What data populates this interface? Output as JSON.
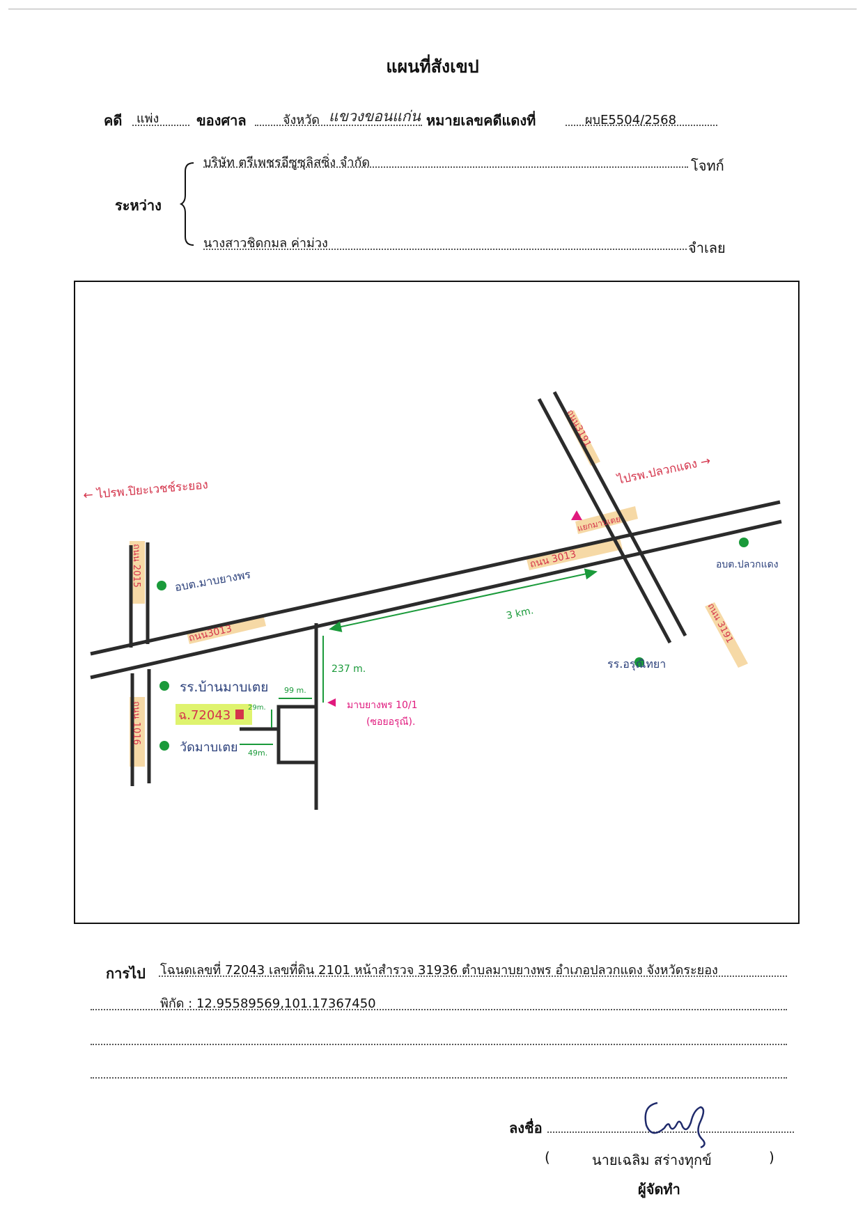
{
  "title": "แผนที่สังเขป",
  "header": {
    "case_label": "คดี",
    "case_type": "แพ่ง",
    "court_label": "ของศาล",
    "province_label": "จังหวัด",
    "province_value": "แขวงขอนแก่น",
    "case_number_label": "หมายเลขคดีแดงที่",
    "case_number": "ผบE5504/2568"
  },
  "parties": {
    "between_label": "ระหว่าง",
    "plaintiff": "บริษัท ตรีเพชรอีซูซุลิสซิ่ง  จำกัด",
    "plaintiff_role": "โจทก์",
    "defendant": "นางสาวชิดกมล ค่าม่วง",
    "defendant_role": "จำเลย"
  },
  "map": {
    "labels": {
      "to_left": "← ไปรพ.ปิยะเวชช์ระยอง",
      "to_right": "ไปรพ.ปลวกแดง →",
      "road_left_top": "ถนน 2015",
      "road_left_bottom": "ถนน 1016",
      "road_main_left": "ถนน3013",
      "road_main_right": "ถนน 3013",
      "road_cross_top": "ถนน3191",
      "road_cross_bottom": "ถนน 3191",
      "junction": "แยกมาบเตย",
      "obt_left": "อบต.มาบยางพร",
      "obt_right": "อบต.ปลวกแดง",
      "school_left": "รร.บ้านมาบเตย",
      "school_right": "รร.อรุณิทยา",
      "temple": "วัดมาบเตย",
      "parcel": "ฉ.72043",
      "dist_3km": "3 km.",
      "dist_237": "237 m.",
      "dist_99": "99 m.",
      "dist_29": "29m.",
      "dist_49": "49m.",
      "soi_line1": "มาบยางพร 10/1",
      "soi_line2": "(ซอยอรุณี)."
    }
  },
  "directions": {
    "label": "การไป",
    "line1": "โฉนดเลขที่ 72043 เลขที่ดิน 2101 หน้าสำรวจ 31936 ตำบลมาบยางพร อำเภอปลวกแดง จังหวัดระยอง",
    "line2": "พิกัด :  12.95589569,101.17367450"
  },
  "signature": {
    "sign_label": "ลงชื่อ",
    "open_paren": "(",
    "name": "นายเฉลิม  สร่างทุกข์",
    "close_paren": ")",
    "role": "ผู้จัดทำ"
  },
  "colors": {
    "road": "#2b2b2b",
    "green": "#1a9a3a",
    "navy": "#2a3f7a",
    "red_text": "#d4344b",
    "magenta": "#e0197d",
    "highlight": "#f6d9a6",
    "highlight_green": "#dff36e"
  }
}
